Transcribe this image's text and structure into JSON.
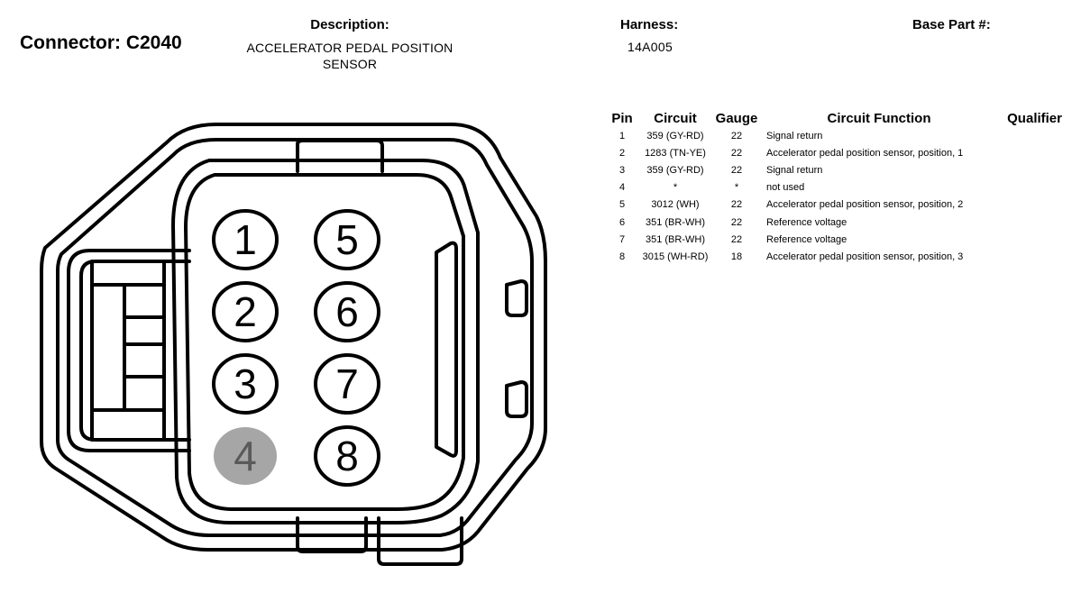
{
  "header": {
    "connector": "Connector: C2040",
    "description_label": "Description:",
    "description_lines": [
      "ACCELERATOR PEDAL POSITION",
      "SENSOR"
    ],
    "harness_label": "Harness:",
    "harness_value": "14A005",
    "base_part_label": "Base Part #:"
  },
  "table": {
    "columns": [
      "Pin",
      "Circuit",
      "Gauge",
      "Circuit Function",
      "Qualifier"
    ],
    "rows": [
      {
        "pin": "1",
        "circuit": "359 (GY-RD)",
        "gauge": "22",
        "function": "Signal return"
      },
      {
        "pin": "2",
        "circuit": "1283 (TN-YE)",
        "gauge": "22",
        "function": "Accelerator pedal position sensor, position, 1"
      },
      {
        "pin": "3",
        "circuit": "359 (GY-RD)",
        "gauge": "22",
        "function": "Signal return"
      },
      {
        "pin": "4",
        "circuit": "*",
        "gauge": "*",
        "function": "not used"
      },
      {
        "pin": "5",
        "circuit": "3012 (WH)",
        "gauge": "22",
        "function": "Accelerator pedal position sensor, position, 2"
      },
      {
        "pin": "6",
        "circuit": "351 (BR-WH)",
        "gauge": "22",
        "function": "Reference voltage"
      },
      {
        "pin": "7",
        "circuit": "351 (BR-WH)",
        "gauge": "22",
        "function": "Reference voltage"
      },
      {
        "pin": "8",
        "circuit": "3015 (WH-RD)",
        "gauge": "18",
        "function": "Accelerator pedal position sensor, position, 3"
      }
    ]
  },
  "diagram": {
    "pins": [
      {
        "label": "1",
        "used": true
      },
      {
        "label": "2",
        "used": true
      },
      {
        "label": "3",
        "used": true
      },
      {
        "label": "4",
        "used": false
      },
      {
        "label": "5",
        "used": true
      },
      {
        "label": "6",
        "used": true
      },
      {
        "label": "7",
        "used": true
      },
      {
        "label": "8",
        "used": true
      }
    ],
    "unused_pin_fill": "#a6a6a6",
    "unused_pin_text": "#5a5a5a"
  }
}
